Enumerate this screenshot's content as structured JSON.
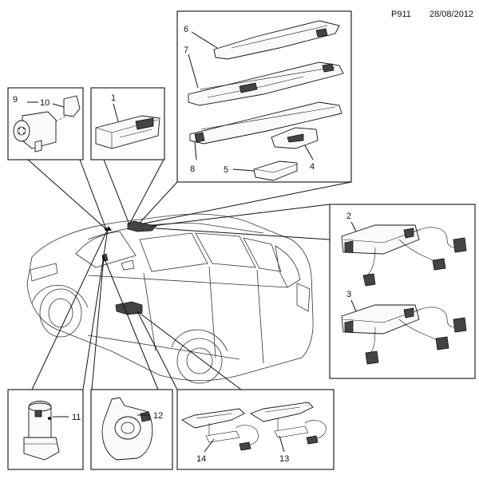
{
  "header": {
    "code": "P911",
    "date": "28/08/2012"
  },
  "callouts": {
    "c1": "1",
    "c2": "2",
    "c3": "3",
    "c4": "4",
    "c5": "5",
    "c6": "6",
    "c7": "7",
    "c8": "8",
    "c9": "9",
    "c10": "10",
    "c11": "11",
    "c12": "12",
    "c13": "13",
    "c14": "14"
  }
}
